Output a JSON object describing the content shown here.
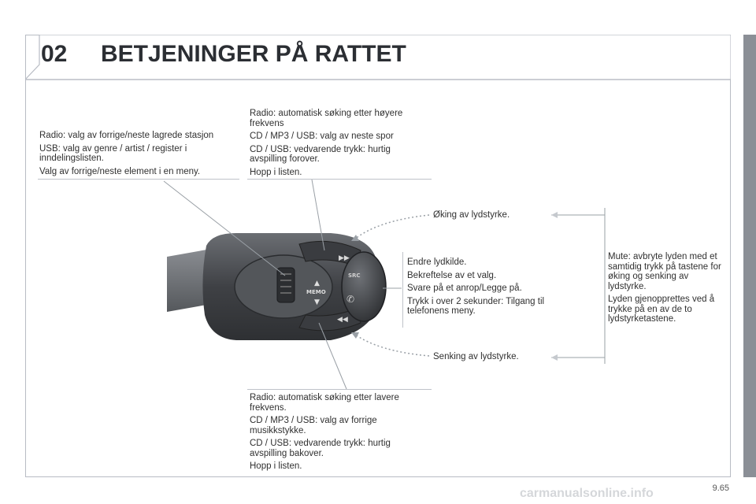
{
  "header": {
    "chapter": "02",
    "title": "BETJENINGER PÅ RATTET"
  },
  "callouts": {
    "top_left": [
      "Radio: valg av forrige/neste lagrede stasjon",
      "USB: valg av genre / artist / register i inndelingslisten.",
      "Valg av forrige/neste element i en meny."
    ],
    "top_center": [
      "Radio: automatisk søking etter høyere frekvens",
      "CD / MP3 / USB: valg av neste spor",
      "CD / USB: vedvarende trykk: hurtig avspilling forover.",
      "Hopp i listen."
    ],
    "volume_up": "Øking av lydstyrke.",
    "source": [
      "Endre lydkilde.",
      "Bekreftelse av et valg.",
      "Svare på et anrop/Legge på.",
      "Trykk i over 2 sekunder: Tilgang til telefonens meny."
    ],
    "volume_down": "Senking av lydstyrke.",
    "mute": [
      "Mute: avbryte lyden med et samtidig trykk på tastene for øking og senking av lydstyrke.",
      "Lyden gjenopprettes ved å trykke på en av de to lydstyrketastene."
    ],
    "bottom_center": [
      "Radio: automatisk søking etter lavere frekvens.",
      "CD / MP3 / USB: valg av forrige musikkstykke.",
      "CD / USB: vedvarende trykk: hurtig avspilling bakover.",
      "Hopp i listen."
    ]
  },
  "control_labels": {
    "memo": "MEMO",
    "src": "SRC"
  },
  "icons": [
    "fast-forward-icon",
    "rewind-icon",
    "phone-icon",
    "scroll-wheel",
    "up-arrow-icon",
    "down-arrow-icon"
  ],
  "colors": {
    "accent": "#8b8f96",
    "stalk": "#4a4c50",
    "frame": "#b8bcc4"
  },
  "page_number": "9.65",
  "watermark": "carmanualsonline.info"
}
